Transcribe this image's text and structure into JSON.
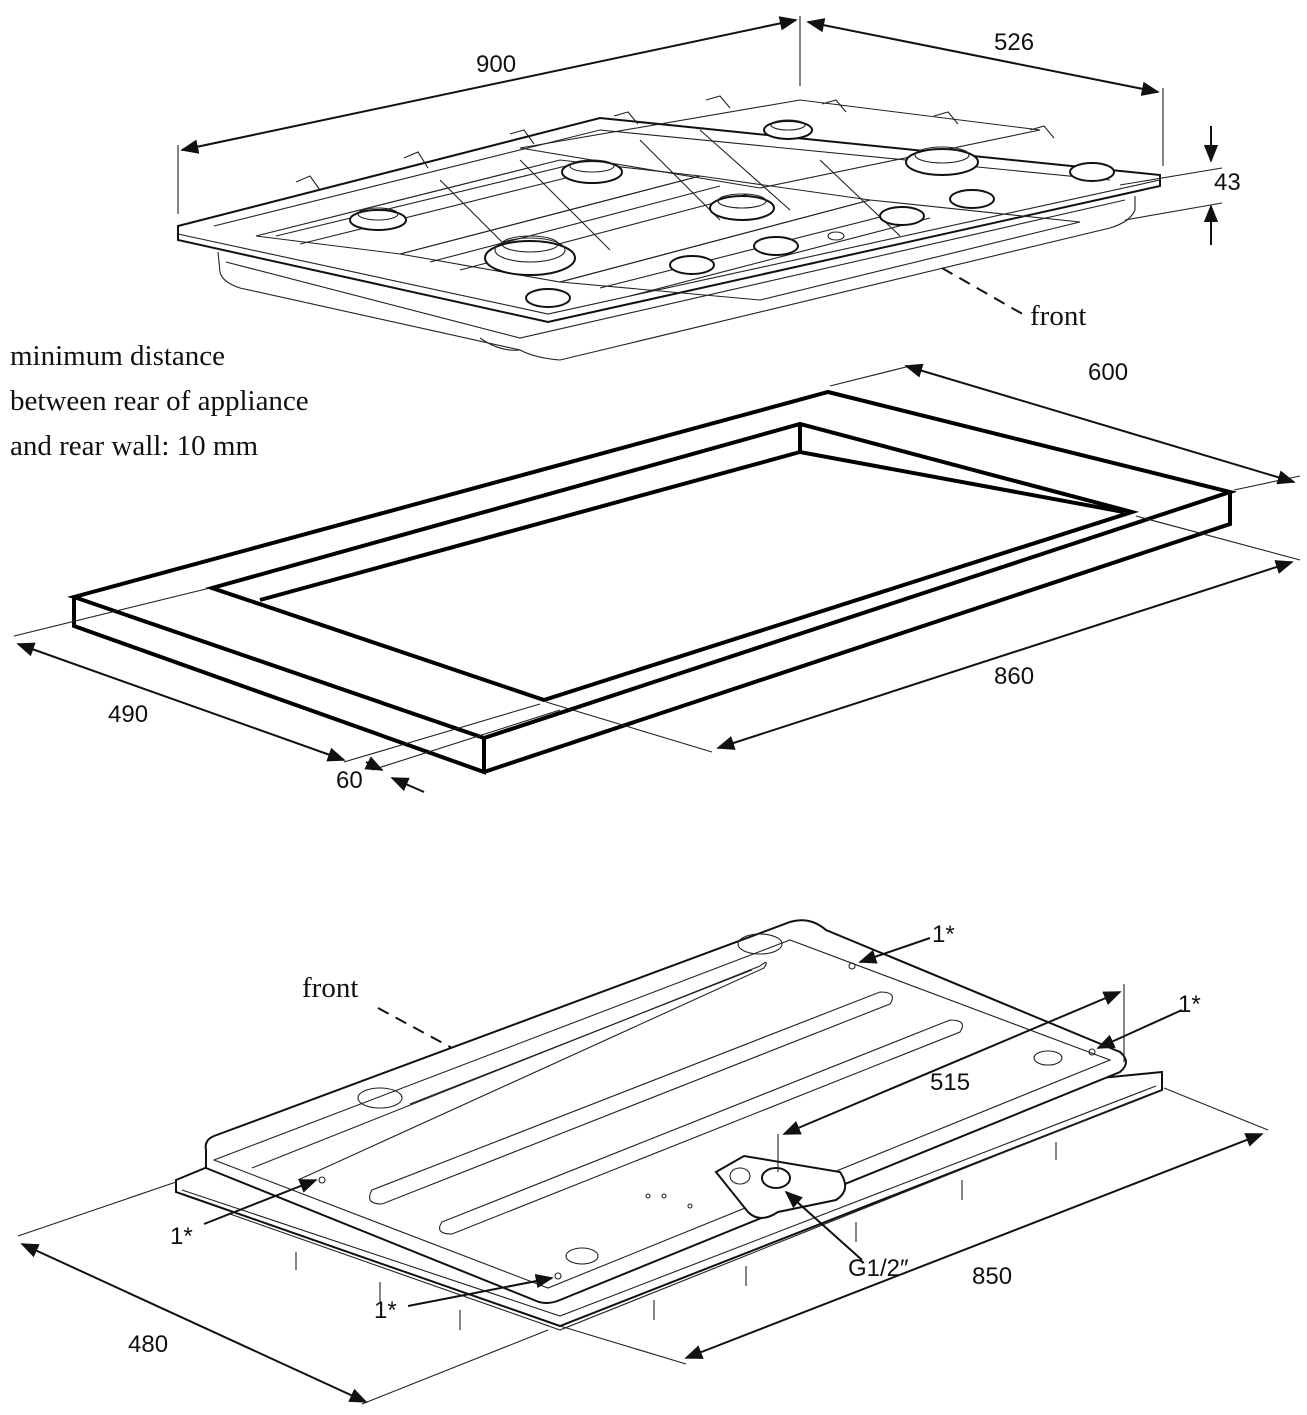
{
  "hob_top": {
    "width": "900",
    "depth": "526",
    "height": "43",
    "front": "front"
  },
  "note": {
    "line1": "minimum distance",
    "line2": "between rear of appliance",
    "line3": "and rear wall: 10 mm"
  },
  "cutout": {
    "depth_outer": "600",
    "width_cut": "860",
    "depth_cut": "490",
    "front_gap": "60"
  },
  "hob_bottom": {
    "front": "front",
    "fix_a": "1*",
    "fix_b": "1*",
    "fix_c": "1*",
    "fix_d": "1*",
    "width": "850",
    "depth": "480",
    "gas_offset": "515",
    "gas_connection": "G1/2″"
  }
}
